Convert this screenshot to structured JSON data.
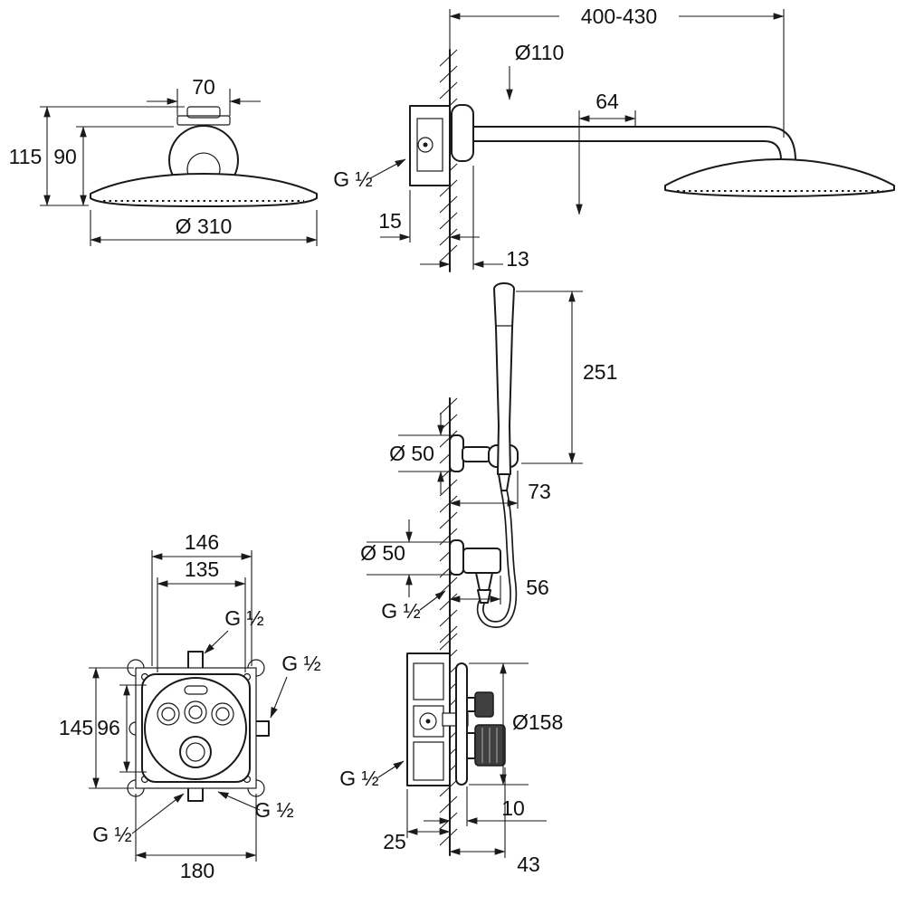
{
  "drawing": {
    "background": "#ffffff",
    "line_color": "#1a1a1a",
    "views": {
      "head_front": {
        "top_width": "70",
        "height_total": "115",
        "height_dome": "90",
        "diameter": "Ø 310"
      },
      "head_side": {
        "arm_reach": "400-430",
        "escutcheon_diameter": "Ø110",
        "head_drop": "64",
        "thread": "G ½",
        "min_depth": "15",
        "wall_offset": "13"
      },
      "hand_shower": {
        "length": "251",
        "holder_diameter": "Ø 50",
        "holder_depth": "73",
        "outlet_diameter": "Ø 50",
        "outlet_depth": "56",
        "thread": "G ½"
      },
      "mixer_front": {
        "box_width": "146",
        "plate_width": "135",
        "thread_top": "G ½",
        "thread_right": "G ½",
        "box_height": "145",
        "port_spacing": "96",
        "thread_bottom_right": "G ½",
        "thread_bottom_left": "G ½",
        "overall_width": "180"
      },
      "mixer_side": {
        "thread_rear": "G ½",
        "plate_diameter": "Ø158",
        "box_depth": "25",
        "plate_offset": "10",
        "knob_depth": "43"
      }
    }
  }
}
